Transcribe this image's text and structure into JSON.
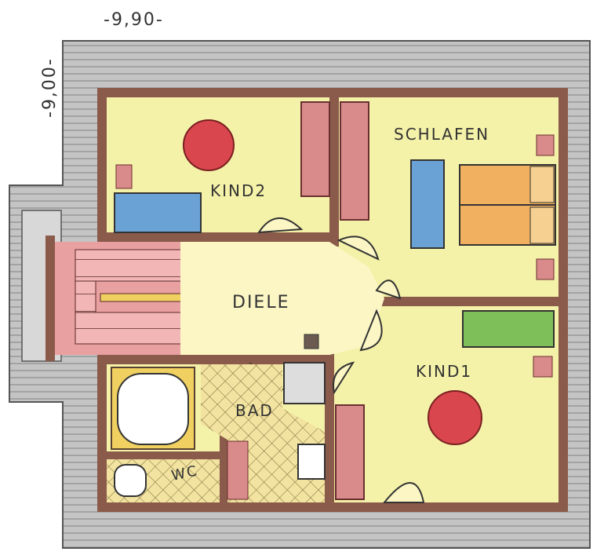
{
  "dimensions": {
    "width": "-9,90-",
    "height": "-9,00-"
  },
  "rooms": {
    "kind2": "KIND2",
    "schlafen": "SCHLAFEN",
    "diele": "DIELE",
    "kind1": "KIND1",
    "bad": "BAD",
    "wc": "WC"
  },
  "colors": {
    "roof": "#b9b9b9",
    "wall": "#8a5a4a",
    "floor": "#f4f1a8",
    "wardrobe": "#d98a8a",
    "bed_blue": "#6aa2d6",
    "bed_orange": "#f0b060",
    "bed_green": "#7fbf5a",
    "rug": "#d9464e",
    "tile": "#e8d070"
  }
}
